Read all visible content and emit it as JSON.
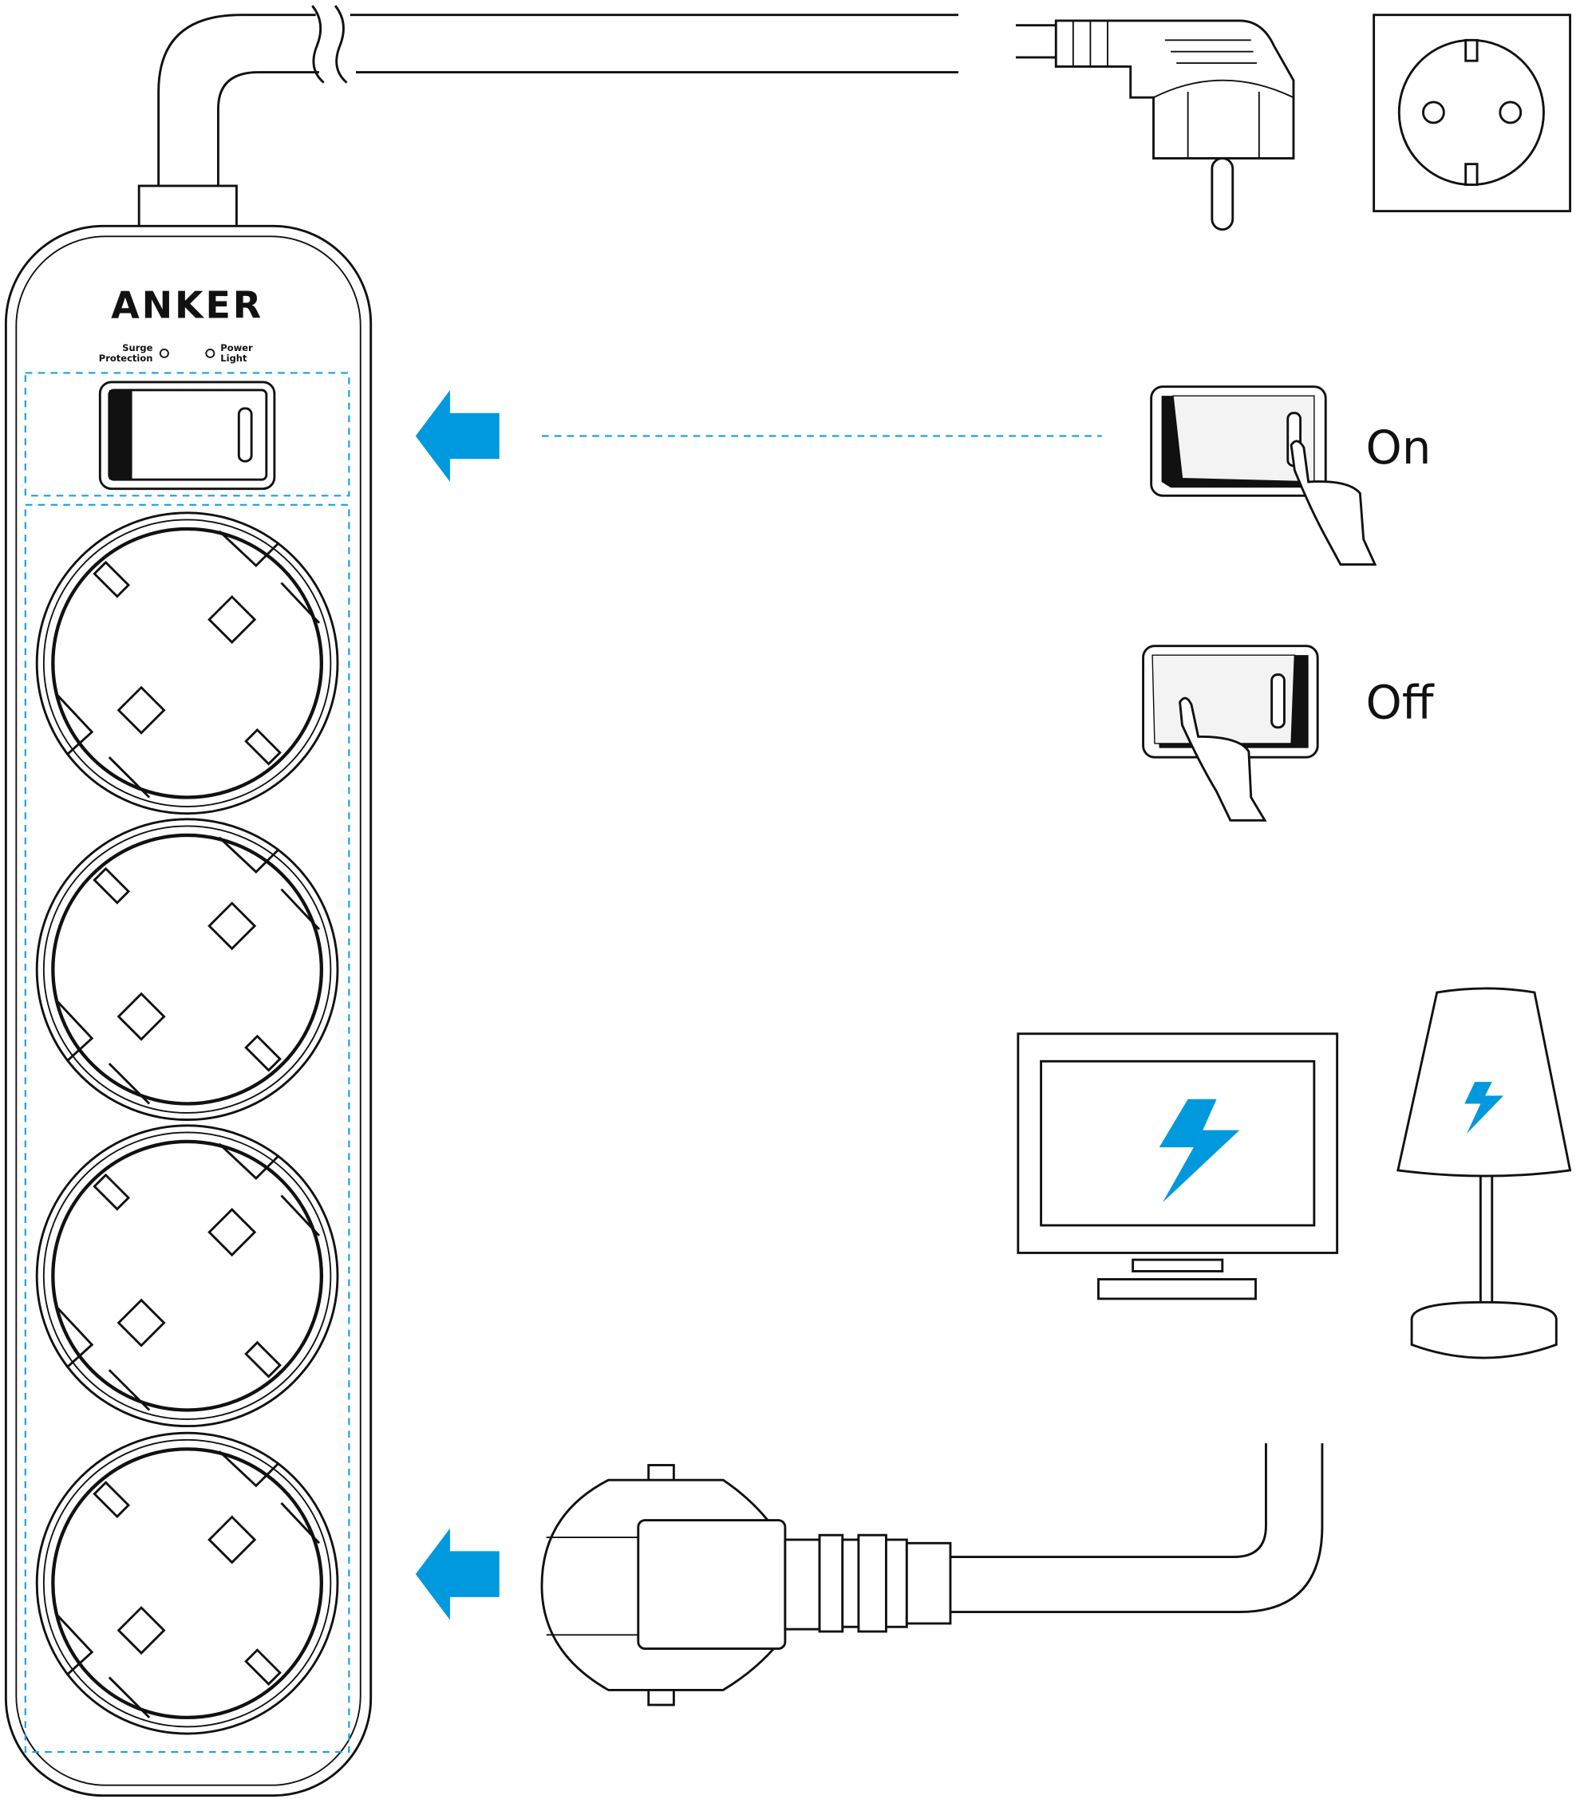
{
  "brand": "ANKER",
  "indicators": {
    "surge_line1": "Surge",
    "surge_line2": "Protection",
    "power_line1": "Power",
    "power_line2": "Light"
  },
  "switch_states": {
    "on": "On",
    "off": "Off"
  },
  "colors": {
    "accent": "#0099dd",
    "line": "#111111"
  }
}
